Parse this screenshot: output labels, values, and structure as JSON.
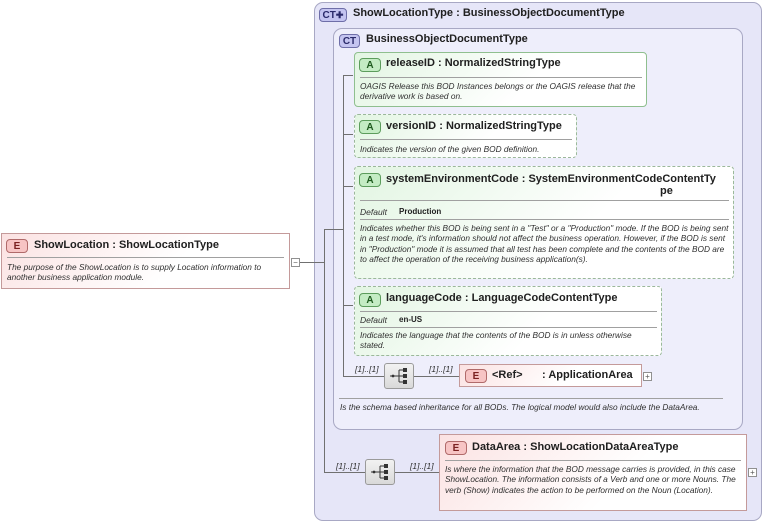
{
  "root_element": {
    "badge": "E",
    "name": "ShowLocation",
    "type": "ShowLocationType",
    "doc": "The purpose of the ShowLocation is to supply Location information to another business application module."
  },
  "outer_complex_type": {
    "badge": "CT",
    "name": "ShowLocationType",
    "base": "BusinessObjectDocumentType"
  },
  "inner_complex_type": {
    "badge": "CT",
    "name": "BusinessObjectDocumentType",
    "doc": "Is the schema based inheritance for all BODs. The logical model would also include the DataArea."
  },
  "attributes": [
    {
      "badge": "A",
      "name": "releaseID",
      "type": "NormalizedStringType",
      "doc": "OAGIS Release this BOD Instances belongs or the OAGIS release that the derivative work is based on."
    },
    {
      "badge": "A",
      "name": "versionID",
      "type": "NormalizedStringType",
      "doc": "Indicates the version of the given BOD definition."
    },
    {
      "badge": "A",
      "name": "systemEnvironmentCode",
      "type_line1": "SystemEnvironmentCodeContentTy",
      "type_line2": "pe",
      "default_label": "Default",
      "default_value": "Production",
      "doc": "Indicates whether this BOD is being sent in a \"Test\" or a \"Production\" mode. If the BOD is being sent in a test mode, it's information should not affect the business operation. However, if the BOD is sent in \"Production\" mode it is assumed that all test has been complete and the contents of the BOD are to affect the operation of the receiving business application(s)."
    },
    {
      "badge": "A",
      "name": "languageCode",
      "type": "LanguageCodeContentType",
      "default_label": "Default",
      "default_value": "en-US",
      "doc": "Indicates the language that the contents of the BOD is in unless otherwise stated."
    }
  ],
  "inner_sequence": {
    "multiplicity": "[1]..[1]",
    "child_multiplicity": "[1]..[1]",
    "child": {
      "badge": "E",
      "ref_label": "<Ref>",
      "name": "ApplicationArea"
    }
  },
  "outer_sequence": {
    "multiplicity": "[1]..[1]",
    "child_multiplicity": "[1]..[1]",
    "child": {
      "badge": "E",
      "name": "DataArea",
      "type": "ShowLocationDataAreaType",
      "doc": "Is where the information that the BOD message carries is provided, in this case ShowLocation. The information consists of a Verb and one or more Nouns. The verb (Show) indicates the action to be performed on the Noun (Location)."
    }
  },
  "separator": ":",
  "expand_symbol": "+",
  "collapse_symbol": "−",
  "colors": {
    "complex_type_fill": "#e6e6f8",
    "attribute_fill": "#e2f5e2",
    "element_fill": "#fbe2e2"
  }
}
